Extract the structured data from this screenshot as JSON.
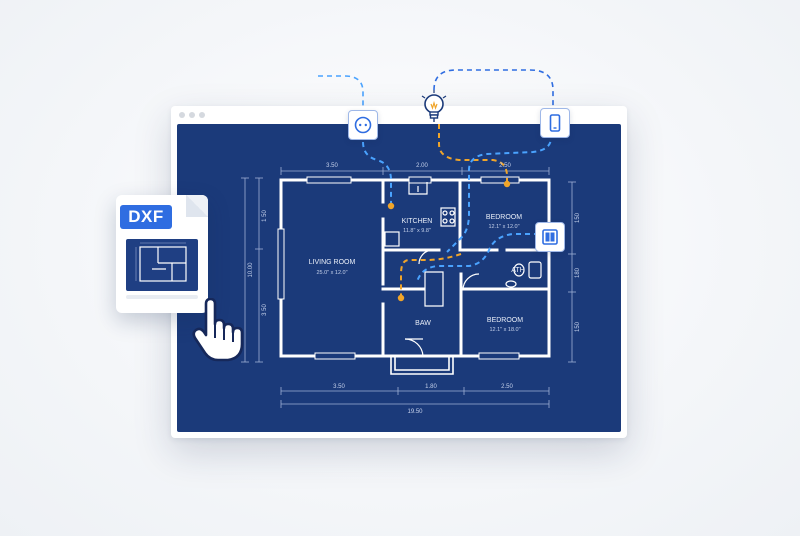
{
  "file_badge": {
    "label": "DXF"
  },
  "rooms": {
    "living": {
      "name": "LIVING ROOM",
      "size": "25.0\" x 12.0\""
    },
    "kitchen": {
      "name": "KITCHEN",
      "size": "11.8\" x 9.8\""
    },
    "bedroom_top": {
      "name": "BEDROOM",
      "size": "12.1\" x 12.0\""
    },
    "bath_right": {
      "name": "ATH"
    },
    "bath_left": {
      "name": "BAW"
    },
    "bedroom_bottom": {
      "name": "BEDROOM",
      "size": "12.1\" x 18.0\""
    }
  },
  "dimensions": {
    "top": [
      "3.50",
      "2.00",
      "2.50"
    ],
    "bottom": [
      "3.50",
      "1.80",
      "2.50"
    ],
    "total": "19.50",
    "left_total": "10.00",
    "left_top": "1 50",
    "left_bottom": "3 50",
    "right": [
      "150",
      "180",
      "150"
    ]
  },
  "icons": {
    "socket": "power-socket-icon",
    "bulb": "light-bulb-icon",
    "phone": "phone-icon",
    "switch": "light-switch-icon",
    "cursor": "hand-pointer-icon"
  },
  "colors": {
    "blueprint": "#1b3a7a",
    "wall": "#ffffff",
    "accent_blue": "#2f6de1",
    "cable_blue": "#4aa3ff",
    "cable_orange": "#f0a52a"
  }
}
